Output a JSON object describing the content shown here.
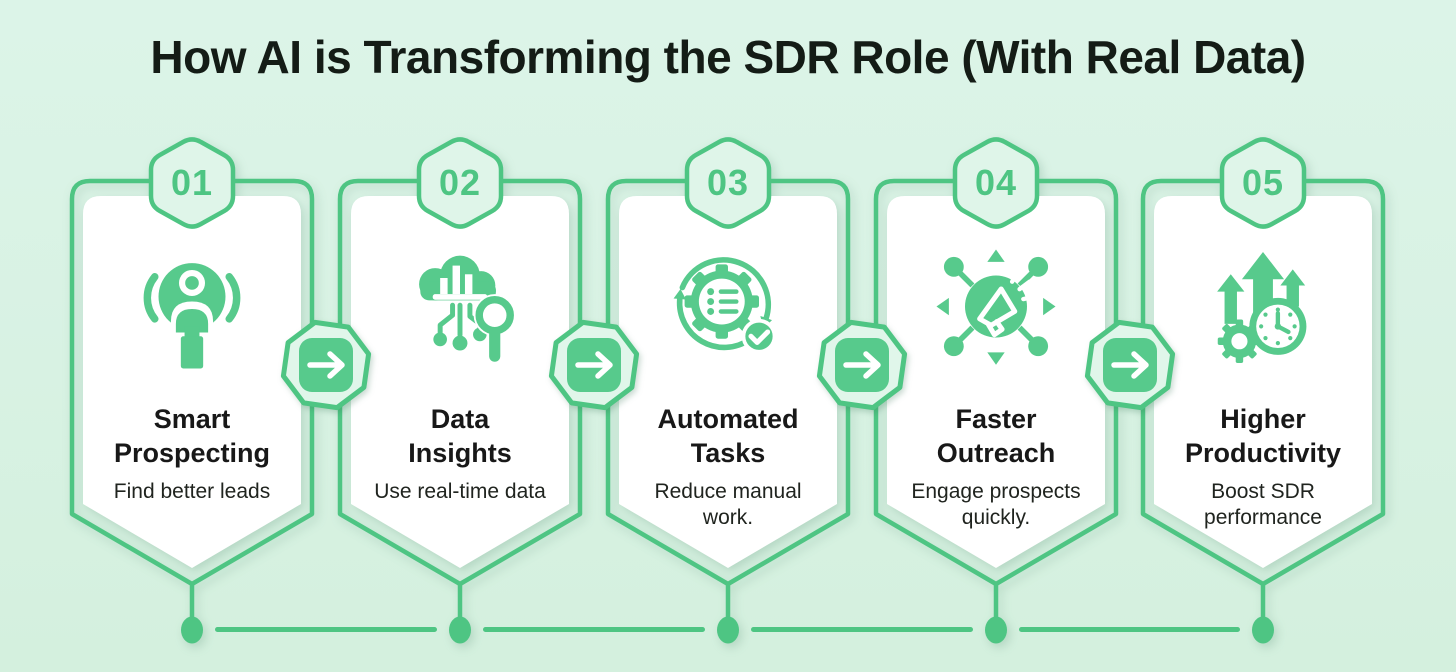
{
  "title": "How AI is Transforming the SDR Role (With Real Data)",
  "steps": [
    {
      "number": "01",
      "title": "Smart Prospecting",
      "subtitle": "Find better leads",
      "icon": "person-search-icon"
    },
    {
      "number": "02",
      "title": "Data Insights",
      "subtitle": "Use real-time data",
      "icon": "cloud-analytics-search-icon"
    },
    {
      "number": "03",
      "title": "Automated Tasks",
      "subtitle": "Reduce manual work.",
      "icon": "gear-checklist-icon"
    },
    {
      "number": "04",
      "title": "Faster Outreach",
      "subtitle": "Engage prospects quickly.",
      "icon": "megaphone-network-icon"
    },
    {
      "number": "05",
      "title": "Higher Productivity",
      "subtitle": "Boost SDR performance",
      "icon": "growth-arrows-clock-icon"
    }
  ],
  "connector": {
    "icon": "arrow-right-icon"
  },
  "colors": {
    "background": "#d9f2e4",
    "accent": "#4ec583",
    "accent_fill": "#57ca8c",
    "shape_fill_light": "#e0f6ea",
    "card": "#ffffff",
    "text": "#181818"
  }
}
